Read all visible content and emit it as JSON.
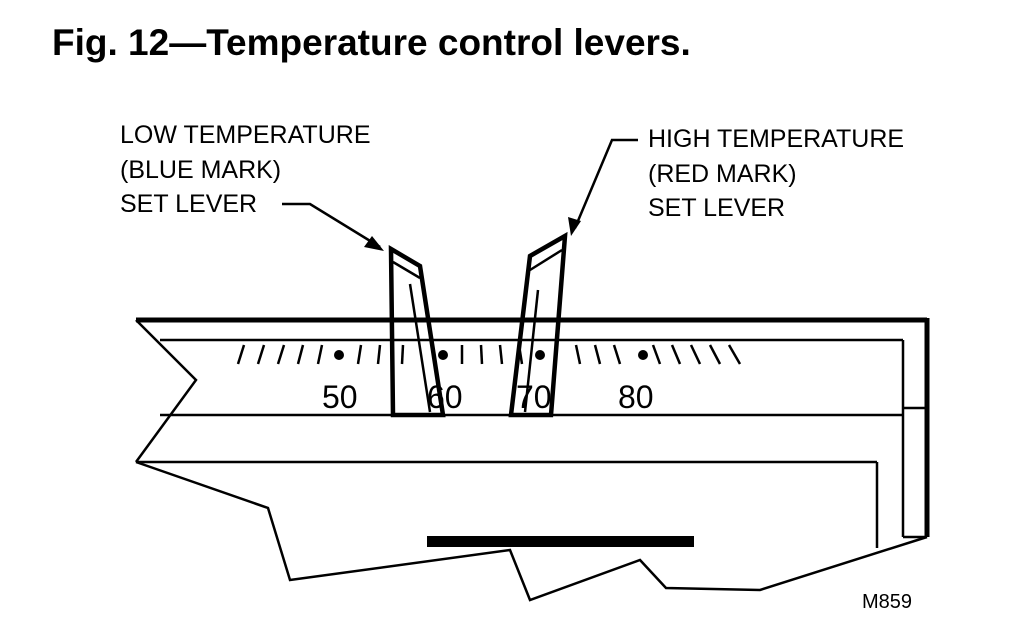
{
  "figure": {
    "title": "Fig. 12—Temperature control levers.",
    "code": "M859"
  },
  "low_lever": {
    "lines": [
      "LOW TEMPERATURE",
      "(BLUE MARK)",
      "SET LEVER"
    ]
  },
  "high_lever": {
    "lines": [
      "HIGH TEMPERATURE",
      "(RED MARK)",
      "SET LEVER"
    ]
  },
  "scale": {
    "numbers": [
      "50",
      "60",
      "70",
      "80"
    ]
  }
}
